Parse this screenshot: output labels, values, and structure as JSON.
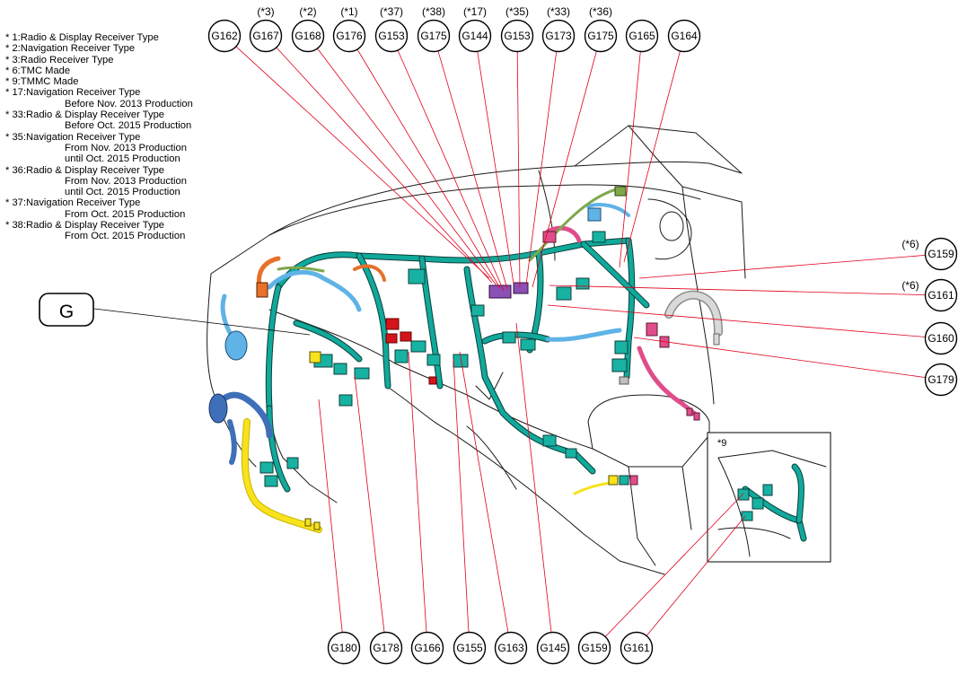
{
  "legend": [
    {
      "text": "* 1:Radio & Display Receiver Type"
    },
    {
      "text": "* 2:Navigation Receiver Type"
    },
    {
      "text": "* 3:Radio Receiver Type"
    },
    {
      "text": "* 6:TMC Made"
    },
    {
      "text": "* 9:TMMC Made"
    },
    {
      "text": "* 17:Navigation Receiver Type",
      "cont": [
        "Before Nov. 2013 Production"
      ]
    },
    {
      "text": "* 33:Radio & Display Receiver Type",
      "cont": [
        "Before Oct. 2015 Production"
      ]
    },
    {
      "text": "* 35:Navigation Receiver Type",
      "cont": [
        "From Nov. 2013 Production",
        "until Oct. 2015 Production"
      ]
    },
    {
      "text": "* 36:Radio & Display Receiver Type",
      "cont": [
        "From Nov. 2013 Production",
        "until Oct. 2015 Production"
      ]
    },
    {
      "text": "* 37:Navigation Receiver Type",
      "cont": [
        "From Oct. 2015 Production"
      ]
    },
    {
      "text": "* 38:Radio & Display Receiver Type",
      "cont": [
        "From Oct. 2015 Production"
      ]
    }
  ],
  "group_label": "G",
  "inset_label": "*9",
  "connectors": [
    {
      "id": "G162",
      "note": ""
    },
    {
      "id": "G167",
      "note": "(*3)"
    },
    {
      "id": "G168",
      "note": "(*2)"
    },
    {
      "id": "G176",
      "note": "(*1)"
    },
    {
      "id": "G153",
      "note": "(*37)"
    },
    {
      "id": "G175",
      "note": "(*38)"
    },
    {
      "id": "G144",
      "note": "(*17)"
    },
    {
      "id": "G153",
      "note": "(*35)"
    },
    {
      "id": "G173",
      "note": "(*33)"
    },
    {
      "id": "G175",
      "note": "(*36)"
    },
    {
      "id": "G165",
      "note": ""
    },
    {
      "id": "G164",
      "note": ""
    },
    {
      "id": "G159",
      "note": "(*6)"
    },
    {
      "id": "G161",
      "note": "(*6)"
    },
    {
      "id": "G160",
      "note": ""
    },
    {
      "id": "G179",
      "note": ""
    },
    {
      "id": "G180",
      "note": ""
    },
    {
      "id": "G178",
      "note": ""
    },
    {
      "id": "G166",
      "note": ""
    },
    {
      "id": "G155",
      "note": ""
    },
    {
      "id": "G163",
      "note": ""
    },
    {
      "id": "G145",
      "note": ""
    },
    {
      "id": "G159",
      "note": ""
    },
    {
      "id": "G161",
      "note": ""
    }
  ],
  "colors": {
    "harness": "#11a99b",
    "harness_outline": "#0b3f3a",
    "leader_line": "#e0001b",
    "light_blue": "#5fb3e6",
    "blue": "#3f6fb8",
    "yellow": "#f7e21c",
    "orange": "#e8702a",
    "pink": "#e04d8a",
    "purple": "#8c4fb5",
    "red": "#d4141c",
    "olive": "#7fa84c"
  }
}
